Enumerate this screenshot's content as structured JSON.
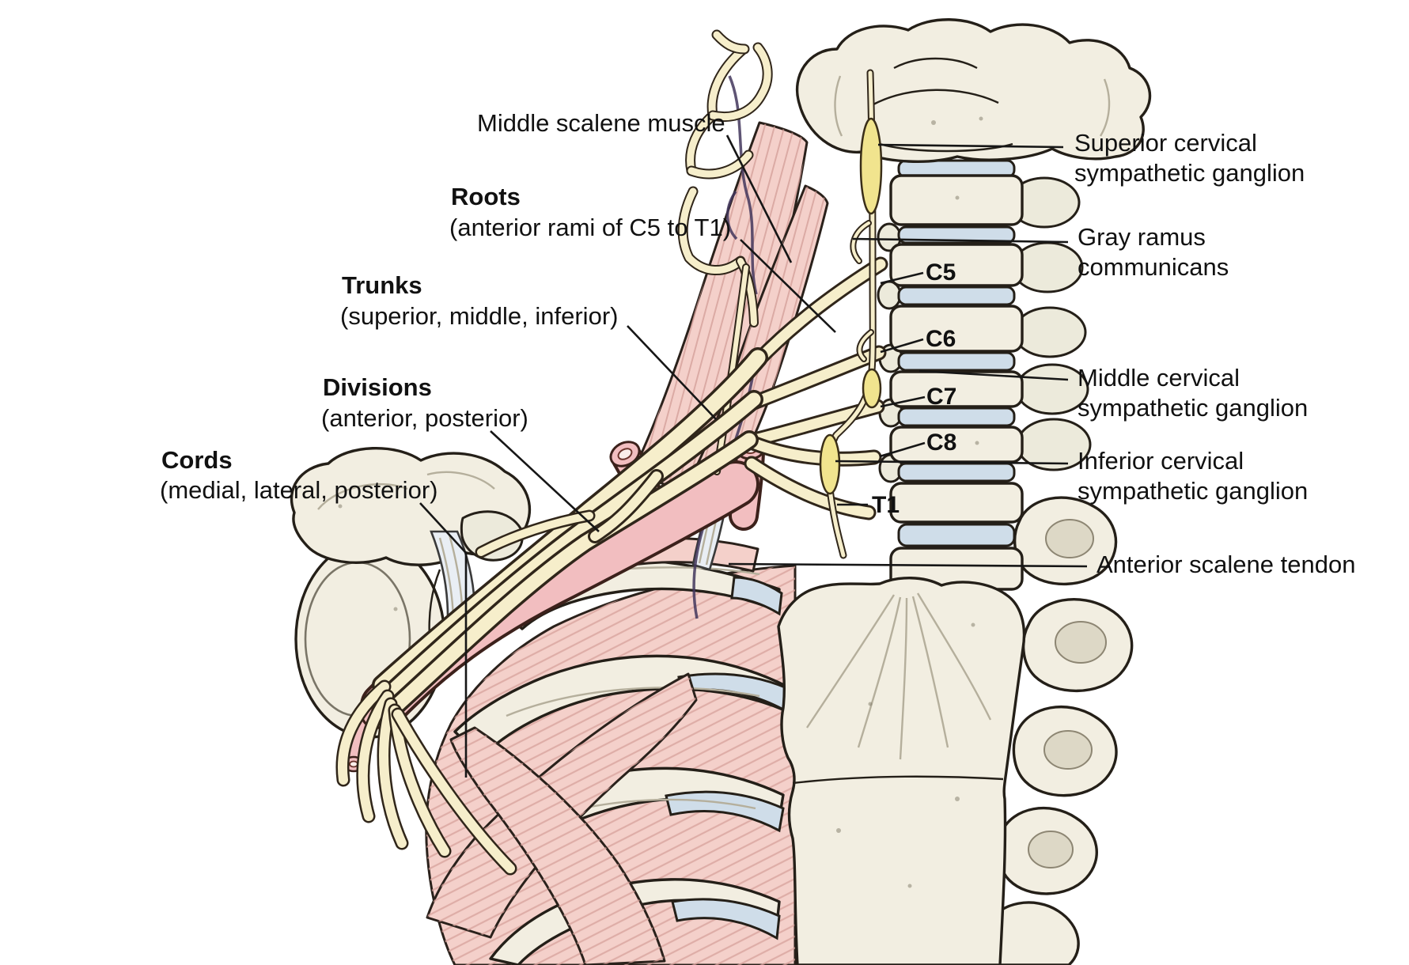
{
  "labels": {
    "left": {
      "middle_scalene": "Middle scalene muscle",
      "roots": {
        "title": "Roots",
        "subtitle": "(anterior rami of C5 to T1)"
      },
      "trunks": {
        "title": "Trunks",
        "subtitle": "(superior, middle, inferior)"
      },
      "divisions": {
        "title": "Divisions",
        "subtitle": "(anterior, posterior)"
      },
      "cords": {
        "title": "Cords",
        "subtitle": "(medial, lateral, posterior)"
      }
    },
    "right": {
      "superior_ganglion": {
        "line1": "Superior cervical",
        "line2": "sympathetic ganglion"
      },
      "gray_ramus": {
        "line1": "Gray ramus",
        "line2": "communicans"
      },
      "middle_ganglion": {
        "line1": "Middle cervical",
        "line2": "sympathetic ganglion"
      },
      "inferior_ganglion": {
        "line1": "Inferior cervical",
        "line2": "sympathetic ganglion"
      },
      "anterior_scalene_tendon": "Anterior scalene tendon"
    },
    "vertebrae": [
      "C5",
      "C6",
      "C7",
      "C8",
      "T1"
    ]
  },
  "colors": {
    "bone": "#f2eee1",
    "cartilage": "#cfdde9",
    "muscle": "#f4d0ca",
    "nerve": "#f6eecb",
    "ganglion": "#f1e48e",
    "artery": "#f2bec0",
    "vein": "#42365c",
    "outline": "#241f18",
    "label_text": "#111111"
  }
}
